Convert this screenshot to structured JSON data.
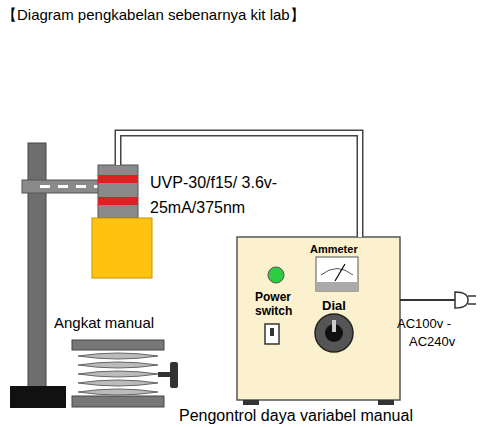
{
  "diagram": {
    "title": "【Diagram pengkabelan sebenarnya kit lab】",
    "nodes": [
      {
        "text": [
          "UVP-30/f15/ 3.6v-25mA/375nm"
        ]
      },
      {
        "text": [
          "Pengontrol daya variabel manual"
        ]
      },
      {
        "text": [
          "Angkat manual"
        ]
      }
    ],
    "edges": [
      {
        "from": 0,
        "to": 1,
        "arrow": "none"
      }
    ],
    "labels": [
      "Ammeter",
      "Power switch",
      "Dial",
      "AC100v -AC240v"
    ]
  }
}
